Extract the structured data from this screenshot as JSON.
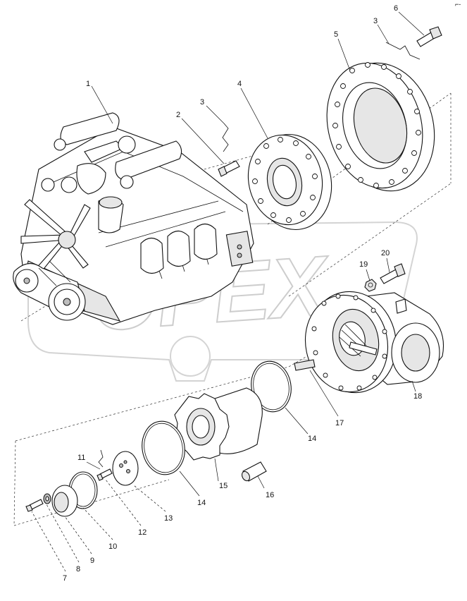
{
  "diagram": {
    "corner_mark": "⌐-",
    "watermark": "OPEX",
    "callouts": [
      {
        "id": "c1",
        "text": "1"
      },
      {
        "id": "c2",
        "text": "2"
      },
      {
        "id": "c3a",
        "text": "3"
      },
      {
        "id": "c3b",
        "text": "3"
      },
      {
        "id": "c4",
        "text": "4"
      },
      {
        "id": "c5",
        "text": "5"
      },
      {
        "id": "c6",
        "text": "6"
      },
      {
        "id": "c7",
        "text": "7"
      },
      {
        "id": "c8",
        "text": "8"
      },
      {
        "id": "c9",
        "text": "9"
      },
      {
        "id": "c10",
        "text": "10"
      },
      {
        "id": "c11",
        "text": "11"
      },
      {
        "id": "c12",
        "text": "12"
      },
      {
        "id": "c13",
        "text": "13"
      },
      {
        "id": "c14a",
        "text": "14"
      },
      {
        "id": "c14b",
        "text": "14"
      },
      {
        "id": "c15",
        "text": "15"
      },
      {
        "id": "c16",
        "text": "16"
      },
      {
        "id": "c17",
        "text": "17"
      },
      {
        "id": "c18",
        "text": "18"
      },
      {
        "id": "c19",
        "text": "19"
      },
      {
        "id": "c20",
        "text": "20"
      }
    ],
    "parts": [
      {
        "callout": "1",
        "name": "engine-assembly"
      },
      {
        "callout": "2",
        "name": "bolt"
      },
      {
        "callout": "3",
        "name": "lock-wire"
      },
      {
        "callout": "4",
        "name": "flywheel-coupling-plate"
      },
      {
        "callout": "5",
        "name": "flywheel-housing-ring"
      },
      {
        "callout": "6",
        "name": "bolt"
      },
      {
        "callout": "7",
        "name": "bolt"
      },
      {
        "callout": "8",
        "name": "washer"
      },
      {
        "callout": "9",
        "name": "retainer-cap"
      },
      {
        "callout": "10",
        "name": "o-ring"
      },
      {
        "callout": "11",
        "name": "lock-wire"
      },
      {
        "callout": "12",
        "name": "screw"
      },
      {
        "callout": "13",
        "name": "retainer-plate"
      },
      {
        "callout": "14",
        "name": "snap-ring"
      },
      {
        "callout": "15",
        "name": "splined-hub"
      },
      {
        "callout": "16",
        "name": "dowel-pin"
      },
      {
        "callout": "17",
        "name": "key"
      },
      {
        "callout": "18",
        "name": "transmission-adapter-housing"
      },
      {
        "callout": "19",
        "name": "nut"
      },
      {
        "callout": "20",
        "name": "bolt"
      }
    ]
  }
}
